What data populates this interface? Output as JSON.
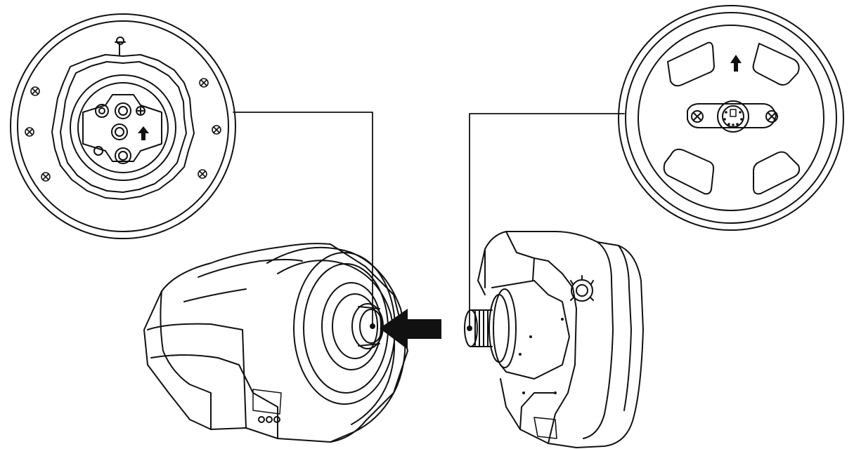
{
  "diagram": {
    "kind": "assembly-instruction",
    "line_color": "#111111",
    "background": "#ffffff",
    "parts": [
      {
        "id": "base",
        "icon": "wheel-base-illustration"
      },
      {
        "id": "base-detail",
        "icon": "base-quick-release-closeup"
      },
      {
        "id": "wheel",
        "icon": "steering-wheel-rim-illustration"
      },
      {
        "id": "wheel-detail",
        "icon": "wheel-hub-connector-closeup"
      },
      {
        "id": "insert-arrow",
        "icon": "arrow-left-icon"
      },
      {
        "id": "up-arrow-base",
        "icon": "arrow-up-icon"
      },
      {
        "id": "up-arrow-wheel",
        "icon": "arrow-up-icon"
      }
    ]
  }
}
